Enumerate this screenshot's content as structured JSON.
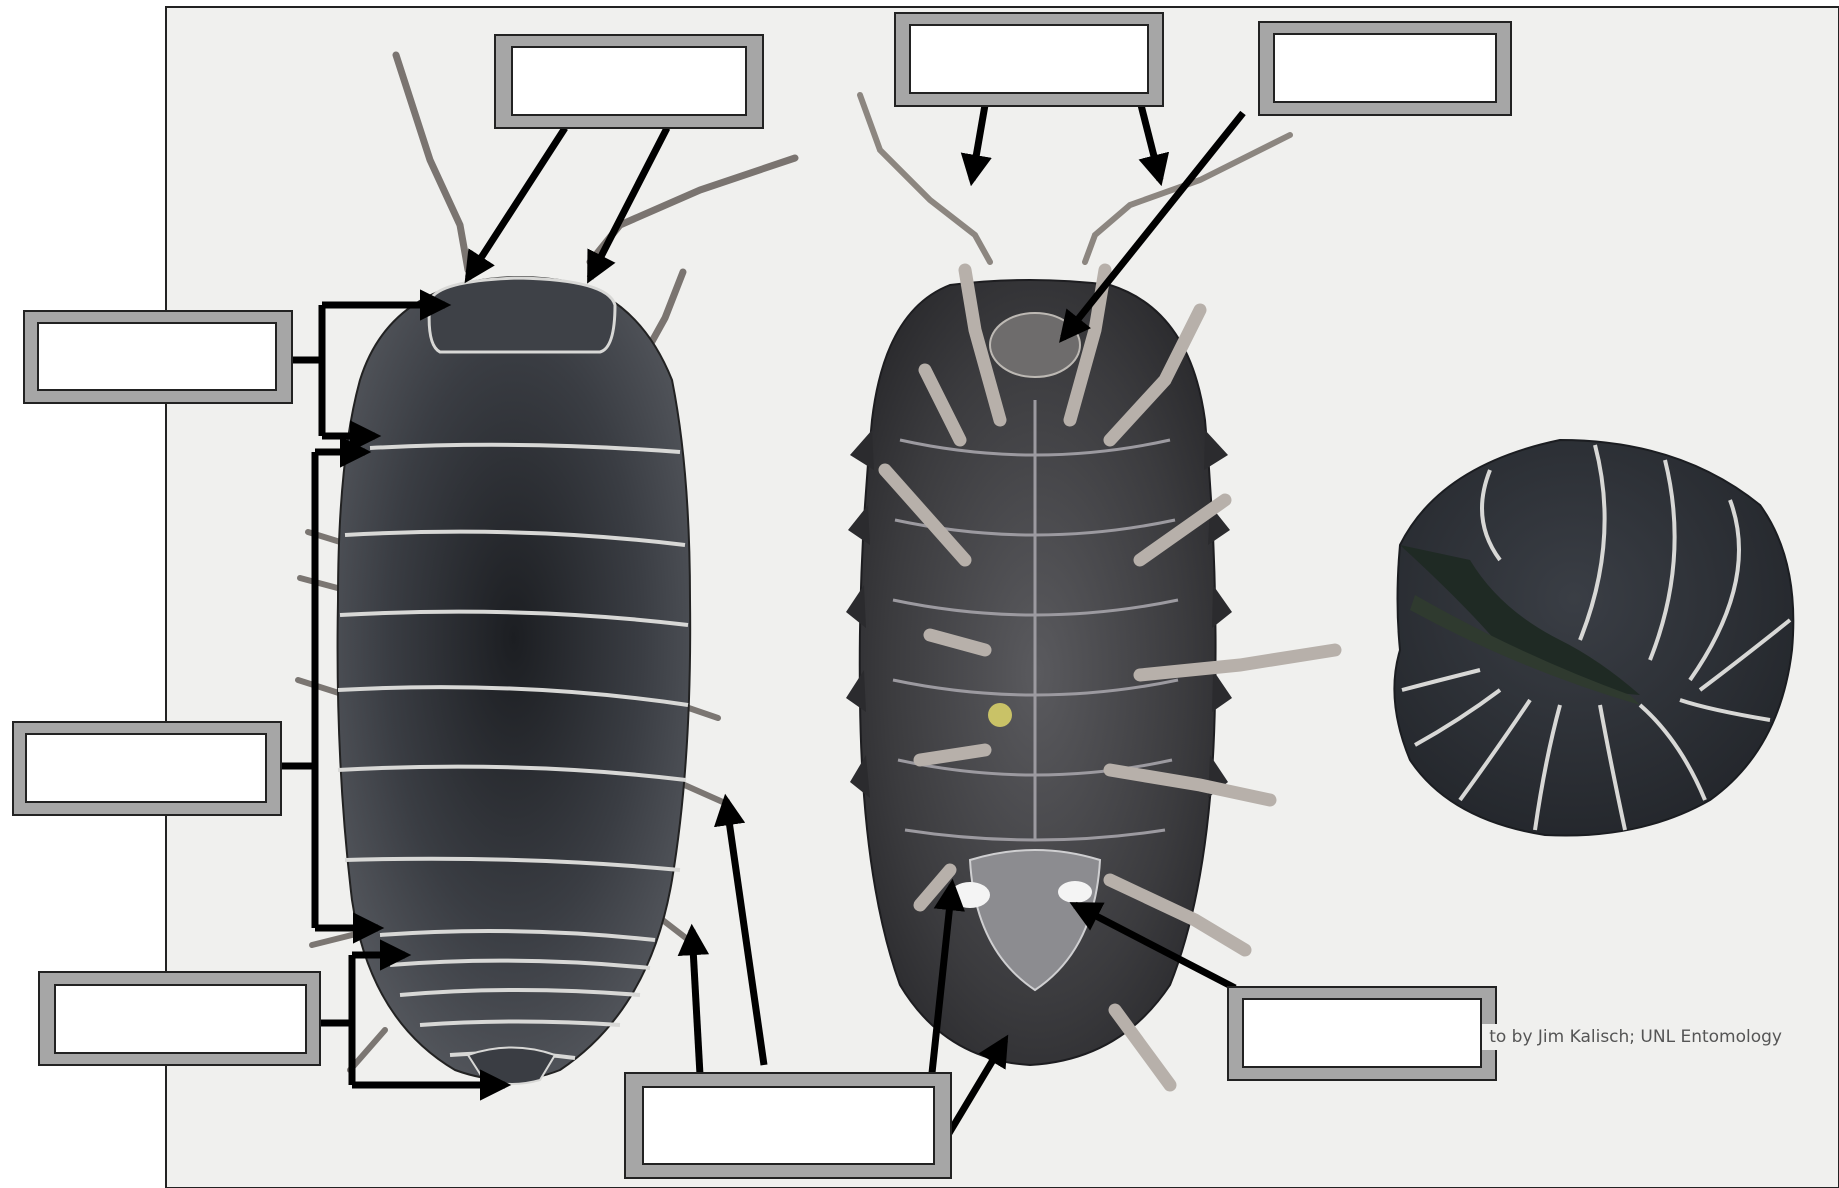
{
  "figure": {
    "subject": "pill bug (Armadillidium) anatomy — dorsal, ventral and rolled views",
    "credit": "to by Jim Kalisch; UNL Entomology",
    "label_boxes": [
      {
        "id": "top-left",
        "text": ""
      },
      {
        "id": "top-middle",
        "text": ""
      },
      {
        "id": "top-right",
        "text": ""
      },
      {
        "id": "left-upper",
        "text": ""
      },
      {
        "id": "left-middle",
        "text": ""
      },
      {
        "id": "left-lower",
        "text": ""
      },
      {
        "id": "bottom-middle",
        "text": ""
      },
      {
        "id": "bottom-right",
        "text": ""
      }
    ]
  },
  "colors": {
    "background": "#f0f0ee",
    "box_frame": "#a6a6a6",
    "box_fill": "#ffffff",
    "arrow": "#000000",
    "body_dark": "#2b2d31",
    "segment_line": "#d8d8d6"
  }
}
